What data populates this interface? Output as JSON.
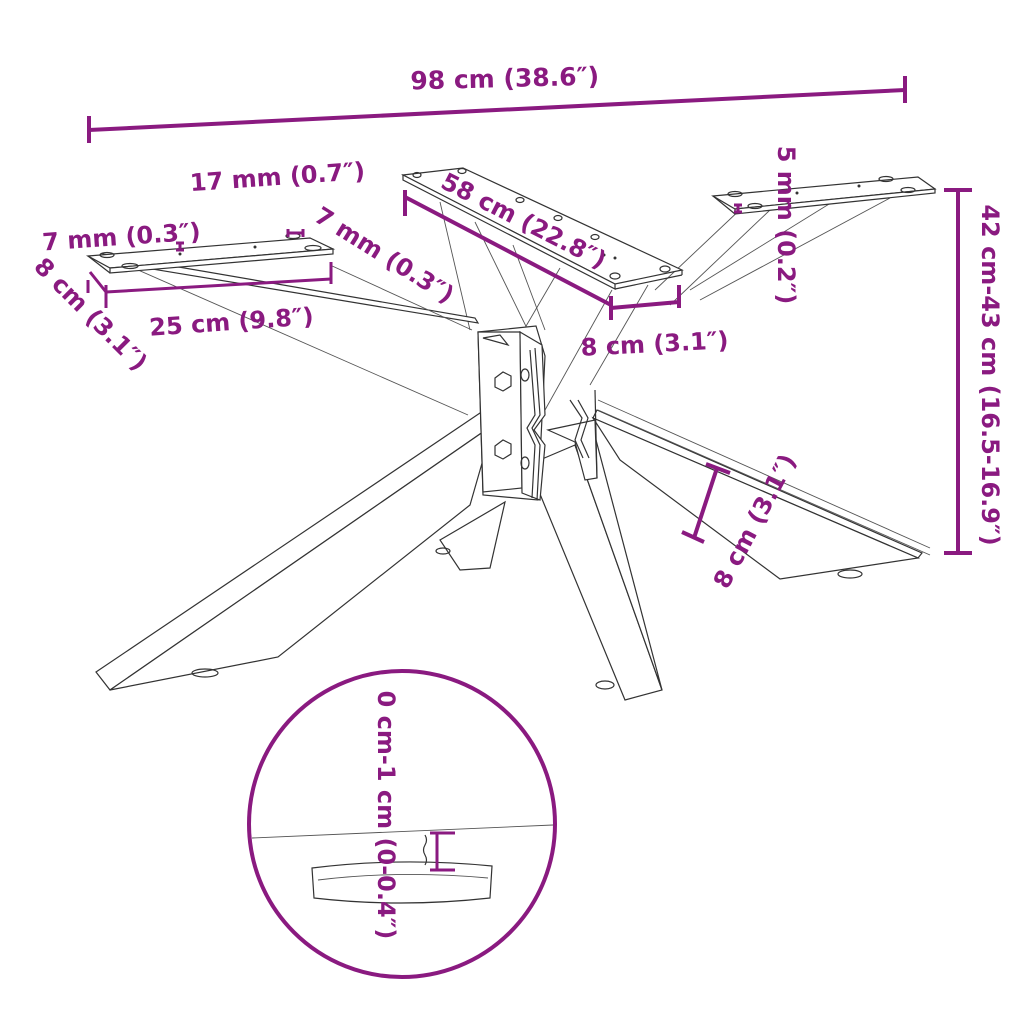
{
  "diagram": {
    "subject": "X-shaped metal coffee table base with mounting plates",
    "accent_color": "#8a1a80",
    "line_color": "#333333",
    "background": "#ffffff",
    "dimensions": {
      "overall_length": "98 cm (38.6″)",
      "plate_hole_spacing": "17 mm (0.7″)",
      "plate_hole_inset_left": "7 mm (0.3″)",
      "plate_hole_inset_right": "7 mm (0.3″)",
      "plate_width": "8 cm (3.1″)",
      "small_plate_length": "25 cm (9.8″)",
      "large_plate_length": "58 cm (22.8″)",
      "large_plate_width": "8 cm (3.1″)",
      "plate_thickness": "5 mm (0.2″)",
      "height": "42 cm-43 cm (16.5-16.9″)",
      "leg_width": "8 cm (3.1″)",
      "foot_adjustment": "0 cm-1 cm (0-0.4″)"
    },
    "detail_callout": "adjustable foot leveler"
  }
}
